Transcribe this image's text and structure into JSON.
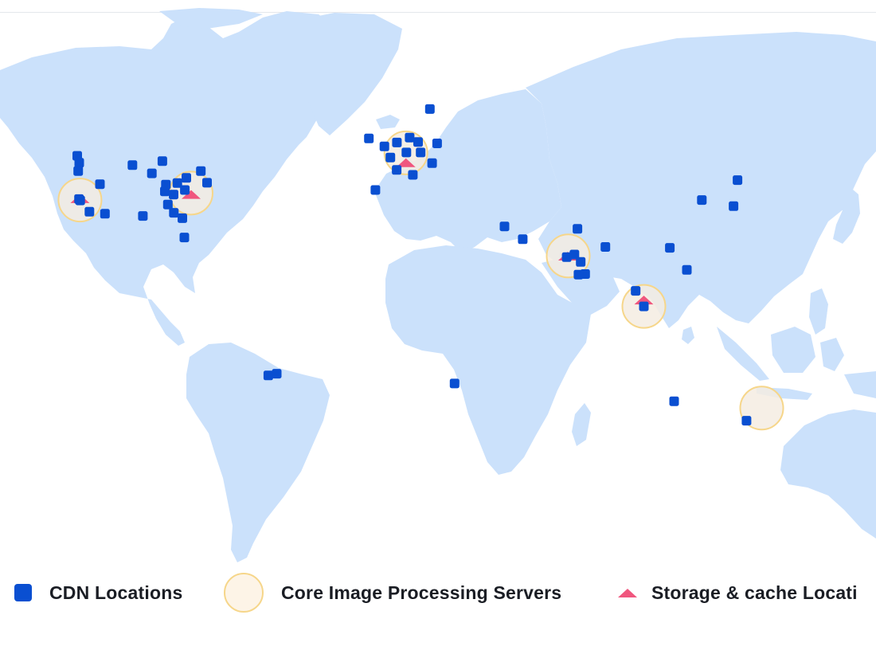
{
  "colors": {
    "land": "#cbe1fb",
    "cdn": "#0a4fd1",
    "core_fill": "#f5ece2",
    "core_stroke": "#f6d68a",
    "storage": "#f0567e"
  },
  "legend": {
    "cdn_label": "CDN Locations",
    "core_label": "Core Image Processing Servers",
    "storage_label": "Storage & cache Locati"
  },
  "markers": {
    "cdn_locations": [
      {
        "lat": 47.6,
        "lon": -122.3
      },
      {
        "lat": 49.3,
        "lon": -123.1
      },
      {
        "lat": 45.5,
        "lon": -122.7
      },
      {
        "lat": 42.0,
        "lon": -114.0
      },
      {
        "lat": 37.8,
        "lon": -122.4
      },
      {
        "lat": 37.4,
        "lon": -121.9
      },
      {
        "lat": 34.0,
        "lon": -118.2
      },
      {
        "lat": 47.0,
        "lon": -101.0
      },
      {
        "lat": 33.4,
        "lon": -112.0
      },
      {
        "lat": 32.7,
        "lon": -96.8
      },
      {
        "lat": 44.9,
        "lon": -93.2
      },
      {
        "lat": 48.0,
        "lon": -89.0
      },
      {
        "lat": 42.3,
        "lon": -83.0
      },
      {
        "lat": 40.0,
        "lon": -88.0
      },
      {
        "lat": 41.9,
        "lon": -87.6
      },
      {
        "lat": 39.1,
        "lon": -84.5
      },
      {
        "lat": 40.4,
        "lon": -80.0
      },
      {
        "lat": 45.5,
        "lon": -73.6
      },
      {
        "lat": 43.7,
        "lon": -79.4
      },
      {
        "lat": 42.4,
        "lon": -71.1
      },
      {
        "lat": 36.2,
        "lon": -86.8
      },
      {
        "lat": 33.7,
        "lon": -84.4
      },
      {
        "lat": 32.0,
        "lon": -81.0
      },
      {
        "lat": 25.8,
        "lon": -80.2
      },
      {
        "lat": 59.3,
        "lon": 18.1
      },
      {
        "lat": 53.3,
        "lon": -6.3
      },
      {
        "lat": 51.5,
        "lon": -0.1
      },
      {
        "lat": 52.4,
        "lon": 4.9
      },
      {
        "lat": 53.5,
        "lon": 10.0
      },
      {
        "lat": 52.5,
        "lon": 13.4
      },
      {
        "lat": 52.2,
        "lon": 21.0
      },
      {
        "lat": 50.1,
        "lon": 8.7
      },
      {
        "lat": 48.9,
        "lon": 2.3
      },
      {
        "lat": 50.1,
        "lon": 14.4
      },
      {
        "lat": 47.5,
        "lon": 19.0
      },
      {
        "lat": 45.8,
        "lon": 4.8
      },
      {
        "lat": 44.5,
        "lon": 11.3
      },
      {
        "lat": 40.4,
        "lon": -3.7
      },
      {
        "lat": 29.4,
        "lon": 48.0
      },
      {
        "lat": 25.2,
        "lon": 55.3
      },
      {
        "lat": 28.6,
        "lon": 77.2
      },
      {
        "lat": 22.6,
        "lon": 88.4
      },
      {
        "lat": 19.1,
        "lon": 72.9
      },
      {
        "lat": 20.0,
        "lon": 76.0
      },
      {
        "lat": 17.4,
        "lon": 78.5
      },
      {
        "lat": 13.1,
        "lon": 80.3
      },
      {
        "lat": 12.9,
        "lon": 77.6
      },
      {
        "lat": 22.3,
        "lon": 114.2
      },
      {
        "lat": 14.6,
        "lon": 121.0
      },
      {
        "lat": 7.0,
        "lon": 100.5
      },
      {
        "lat": 1.3,
        "lon": 103.8
      },
      {
        "lat": 37.5,
        "lon": 127.0
      },
      {
        "lat": 35.7,
        "lon": 139.7
      },
      {
        "lat": 43.1,
        "lon": 141.3
      },
      {
        "lat": -23.5,
        "lon": -46.6
      },
      {
        "lat": -22.9,
        "lon": -43.2
      },
      {
        "lat": -26.2,
        "lon": 28.0
      },
      {
        "lat": -31.9,
        "lon": 115.9
      },
      {
        "lat": -37.8,
        "lon": 144.9
      }
    ],
    "core_servers": [
      {
        "lat": 37.5,
        "lon": -122.0
      },
      {
        "lat": 39.5,
        "lon": -77.5
      },
      {
        "lat": 50.0,
        "lon": 8.5
      },
      {
        "lat": 19.5,
        "lon": 73.5
      },
      {
        "lat": 1.3,
        "lon": 103.8
      },
      {
        "lat": -34.0,
        "lon": 151.0
      }
    ],
    "storage_locations": [
      {
        "lat": 37.8,
        "lon": -122.0
      },
      {
        "lat": 39.0,
        "lon": -77.5
      },
      {
        "lat": 47.5,
        "lon": 8.5
      },
      {
        "lat": 19.3,
        "lon": 73.3
      },
      {
        "lat": 3.5,
        "lon": 103.8
      }
    ]
  }
}
